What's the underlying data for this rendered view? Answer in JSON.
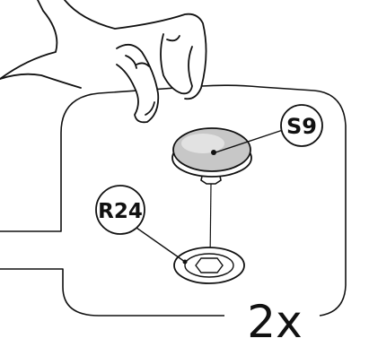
{
  "callouts": {
    "part_top": "S9",
    "part_bottom": "R24"
  },
  "quantity": "2x",
  "colors": {
    "ink": "#111111",
    "cap_fill": "#c7c7c7",
    "cap_highlight": "#e2e2e2",
    "paper": "#ffffff"
  }
}
